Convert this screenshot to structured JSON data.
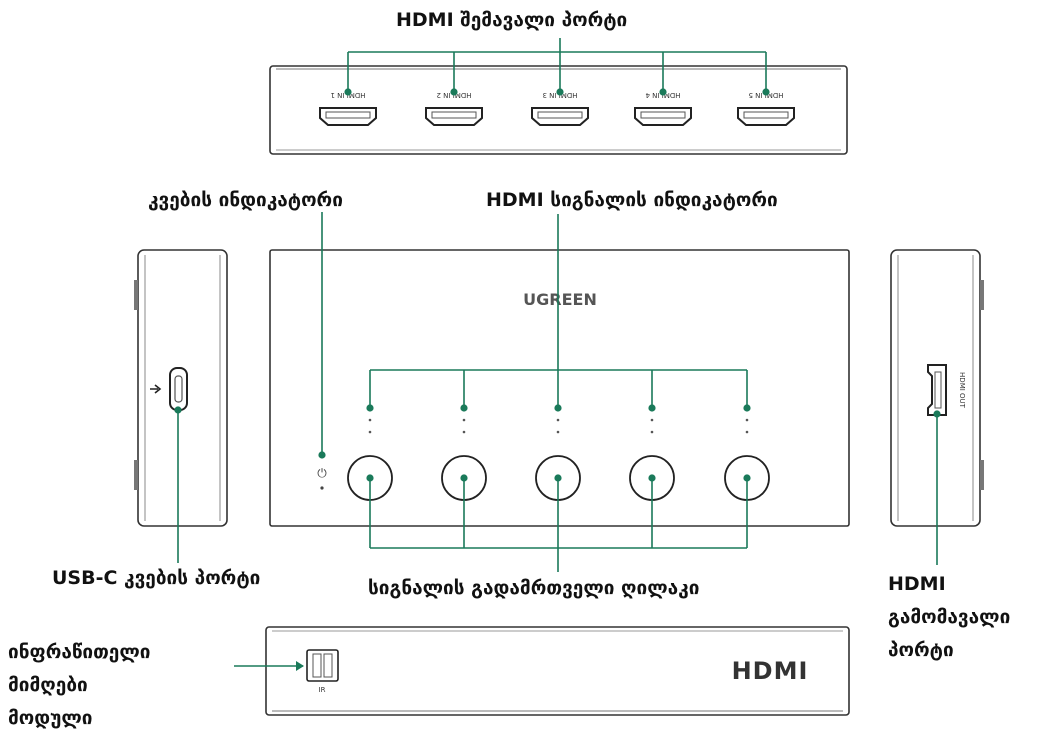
{
  "labels": {
    "hdmi_input_ports": "HDMI შემავალი პორტი",
    "power_indicator": "კვების ინდიკატორი",
    "hdmi_signal_indicator": "HDMI სიგნალის ინდიკატორი",
    "usbc_power_port": "USB-C კვების პორტი",
    "signal_switch_button": "სიგნალის გადამრთველი ღილაკი",
    "hdmi_output_port": [
      "HDMI",
      "გამომავალი",
      "პორტი"
    ],
    "ir_receiver_module": [
      "ინფრაწითელი",
      "მიმღები",
      "მოდული"
    ]
  },
  "device": {
    "brand": "UGREEN",
    "back_logo": "HDMI",
    "input_port_labels": [
      "HDMI IN 1",
      "HDMI IN 2",
      "HDMI IN 3",
      "HDMI IN 4",
      "HDMI IN 5"
    ],
    "output_port_label": "HDMI OUT",
    "ir_label": "IR",
    "power_symbol": "⏻"
  },
  "colors": {
    "callout": "#1a7a5a",
    "outline": "#333333",
    "text": "#111111"
  }
}
